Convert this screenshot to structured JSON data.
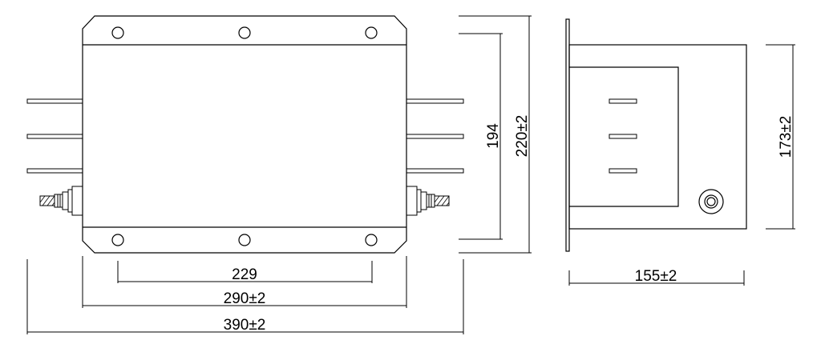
{
  "dimensions": {
    "front_width_holes": "229",
    "front_width_body": "290±2",
    "front_width_total": "390±2",
    "front_height_holes": "194",
    "front_height_total": "220±2",
    "side_depth": "155±2",
    "side_height": "173±2"
  },
  "colors": {
    "line": "#000000",
    "background": "#ffffff"
  }
}
